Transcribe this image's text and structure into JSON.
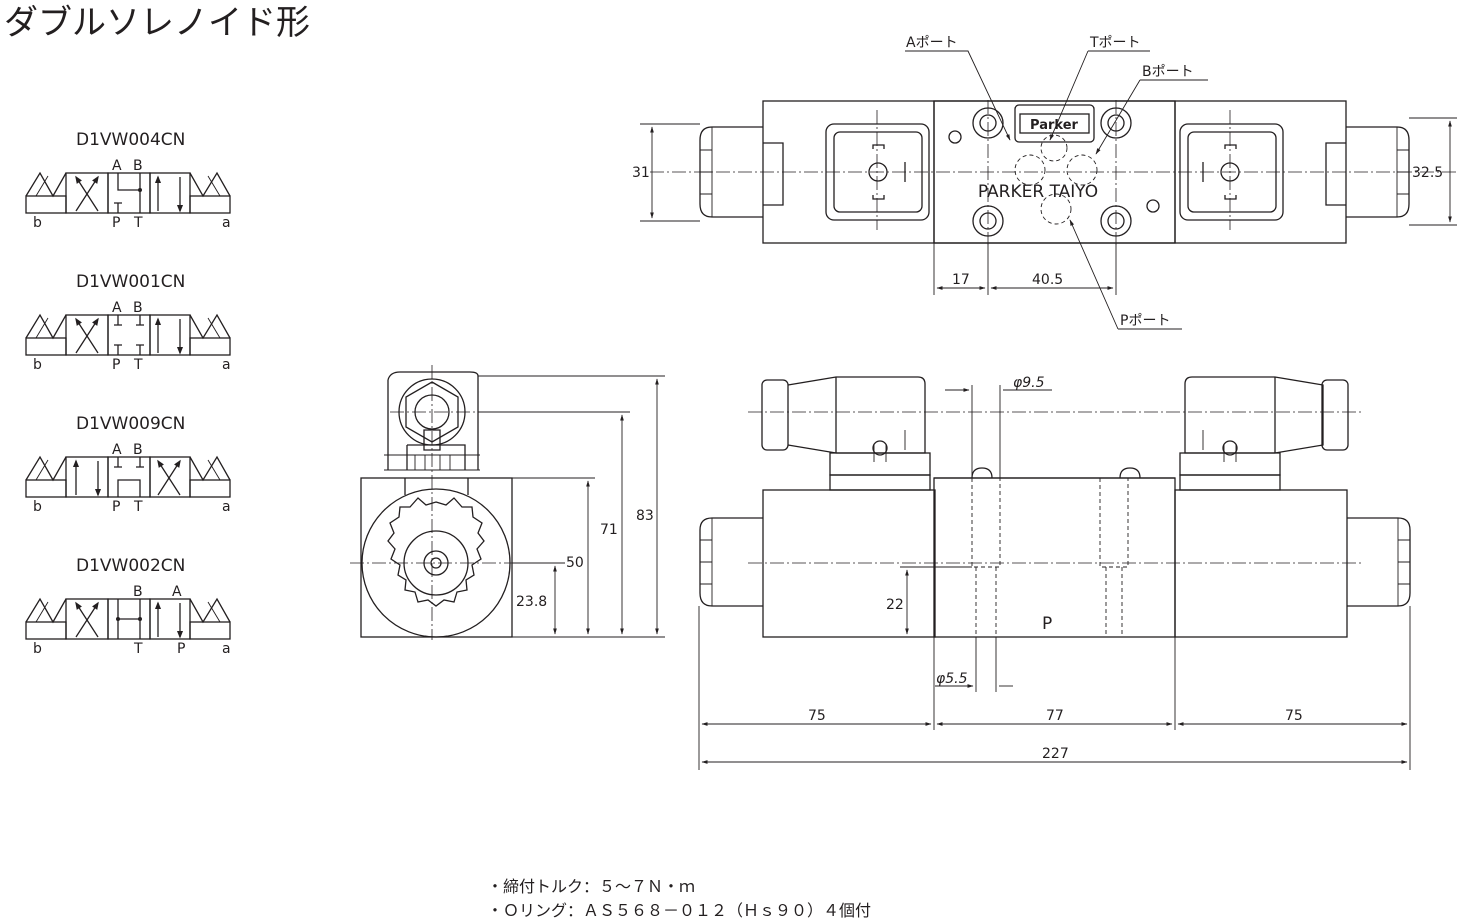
{
  "title": "ダブルソレノイド形",
  "symbols": [
    {
      "model": "D1VW004CN",
      "top_labels": [
        "A",
        "B"
      ],
      "bottom_labels": [
        "P",
        "T"
      ],
      "end_left": "b",
      "end_right": "a"
    },
    {
      "model": "D1VW001CN",
      "top_labels": [
        "A",
        "B"
      ],
      "bottom_labels": [
        "P",
        "T"
      ],
      "end_left": "b",
      "end_right": "a"
    },
    {
      "model": "D1VW009CN",
      "top_labels": [
        "A",
        "B"
      ],
      "bottom_labels": [
        "P",
        "T"
      ],
      "end_left": "b",
      "end_right": "a"
    },
    {
      "model": "D1VW002CN",
      "top_labels": [
        "B",
        "A"
      ],
      "bottom_labels": [
        "T",
        "P"
      ],
      "end_left": "b",
      "end_right": "a"
    }
  ],
  "top_view": {
    "port_a": "Aポート",
    "port_t": "Tポート",
    "port_b": "Bポート",
    "port_p": "Pポート",
    "logo": "Parker",
    "brand": "PARKER TAIYO",
    "dim_31": "31",
    "dim_32_5": "32.5",
    "dim_17": "17",
    "dim_40_5": "40.5"
  },
  "side_view": {
    "dim_83": "83",
    "dim_71": "71",
    "dim_50": "50",
    "dim_23_8": "23.8"
  },
  "front_view": {
    "dia_9_5": "φ9.5",
    "dia_5_5": "φ5.5",
    "dim_22": "22",
    "port_label": "P",
    "dim_75_left": "75",
    "dim_77": "77",
    "dim_75_right": "75",
    "dim_227": "227"
  },
  "notes": [
    "・締付トルク：５～７Ｎ・ｍ",
    "・Ｏリング：ＡＳ５６８－０１２（Ｈｓ９０）４個付"
  ]
}
